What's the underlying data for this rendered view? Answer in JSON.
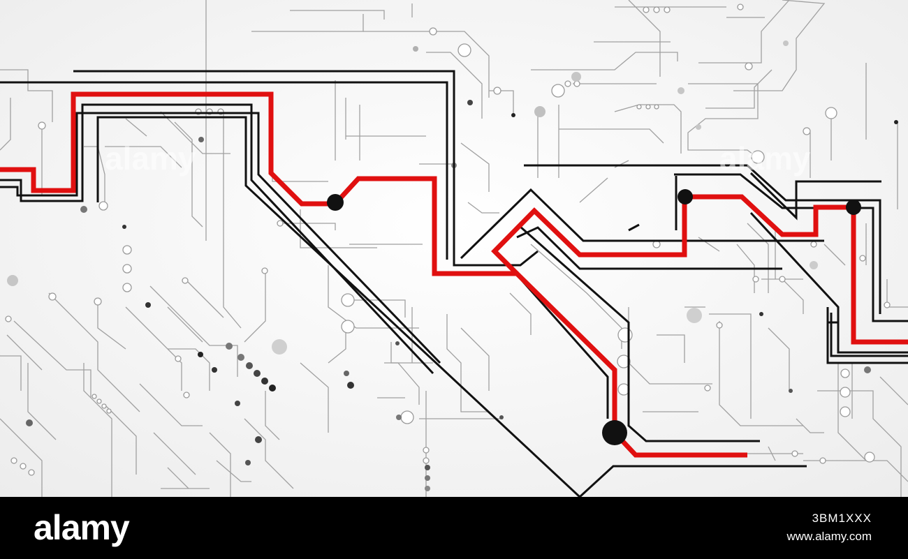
{
  "watermark": {
    "text": "alamy"
  },
  "footer": {
    "logo": "alamy",
    "image_id": "3BM1XXX",
    "site": "www.alamy.com"
  },
  "colors": {
    "background": "#f3f3f3",
    "thin_trace": "#9a9a9a",
    "main_trace": "#111111",
    "highlight_trace": "#e01010",
    "footer": "#000000"
  }
}
